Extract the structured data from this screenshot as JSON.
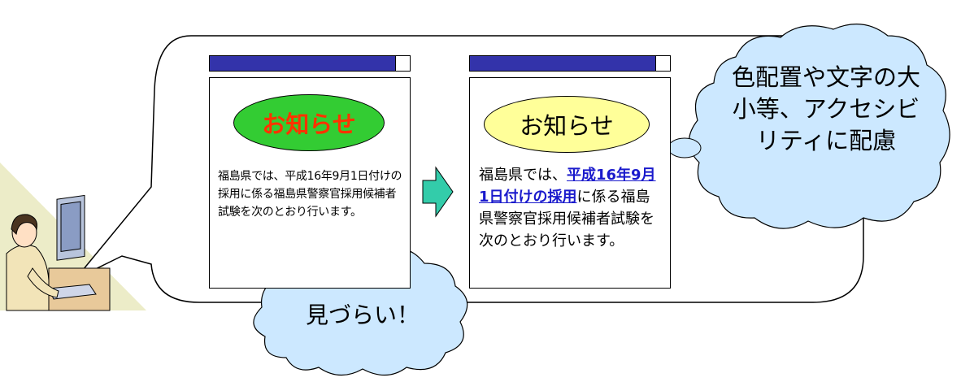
{
  "left_window": {
    "notice_label": "お知らせ",
    "body_text": "福島県では、平成16年9月1日付けの採用に係る福島県警察官採用候補者試験を次のとおり行います。"
  },
  "right_window": {
    "notice_label": "お知らせ",
    "body_before": "福島県では、",
    "body_link": "平成16年9月1日付けの採用",
    "body_after": "に係る福島県警察官採用候補者試験を次のとおり行います。"
  },
  "cloud_bottom": {
    "text": "見づらい！"
  },
  "cloud_top_right": {
    "text": "色配置や文字の大小等、アクセシビリティに配慮"
  },
  "colors": {
    "title_bar": "#3333aa",
    "left_oval": "#33cc33",
    "left_oval_text": "#ff3300",
    "right_oval": "#ffff99",
    "arrow": "#33ccaa",
    "cloud": "#cce8ff",
    "link": "#1a1acc"
  }
}
